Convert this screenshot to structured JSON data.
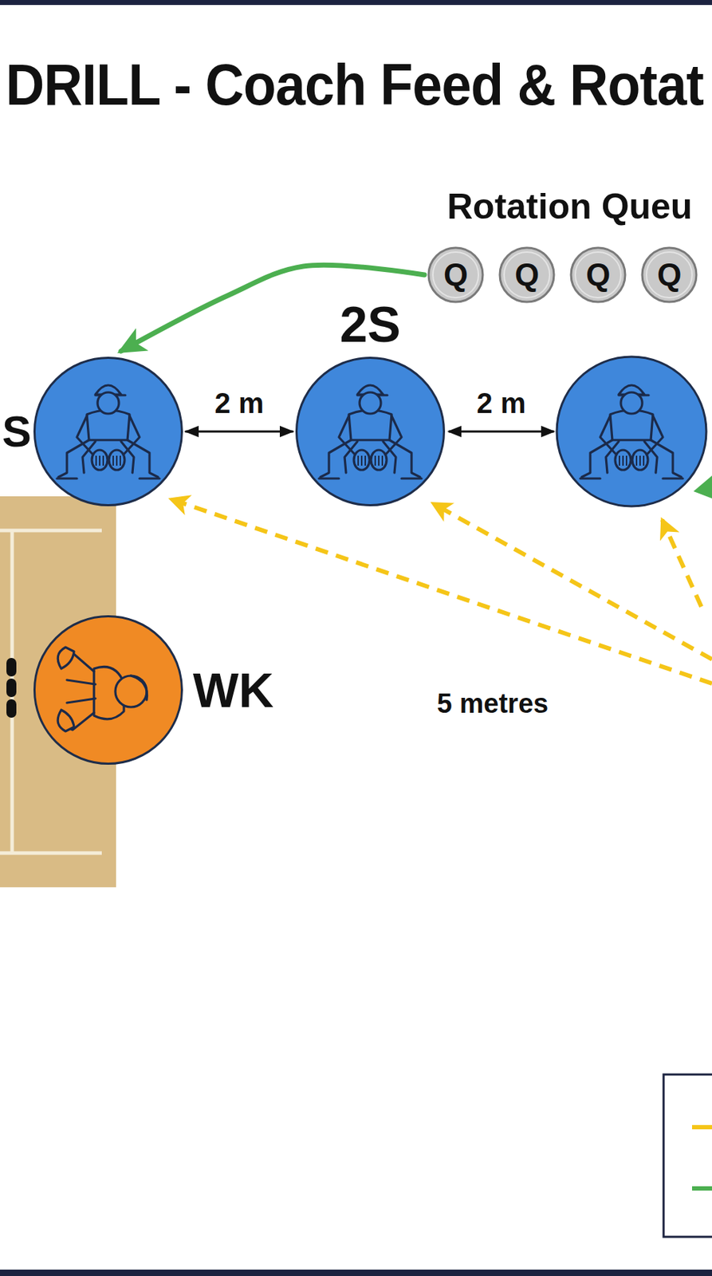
{
  "diagram": {
    "title": "DRILL - Coach Feed & Rotat",
    "nodes": [
      {
        "text": [
          "Q"
        ]
      },
      {
        "text": [
          "Q"
        ]
      },
      {
        "text": [
          "Q"
        ]
      },
      {
        "text": [
          "Q"
        ]
      },
      {
        "text": [
          "S"
        ]
      },
      {
        "text": [
          "2S"
        ]
      },
      {
        "text": [
          "WK"
        ]
      }
    ],
    "edges": [
      {
        "from": 0,
        "to": 4,
        "arrow": "to"
      },
      {
        "from": 4,
        "to": 5,
        "label": "2 m",
        "arrow": "both"
      }
    ],
    "labels": [
      "Rotation Queu",
      "2 m",
      "5 metres"
    ]
  }
}
